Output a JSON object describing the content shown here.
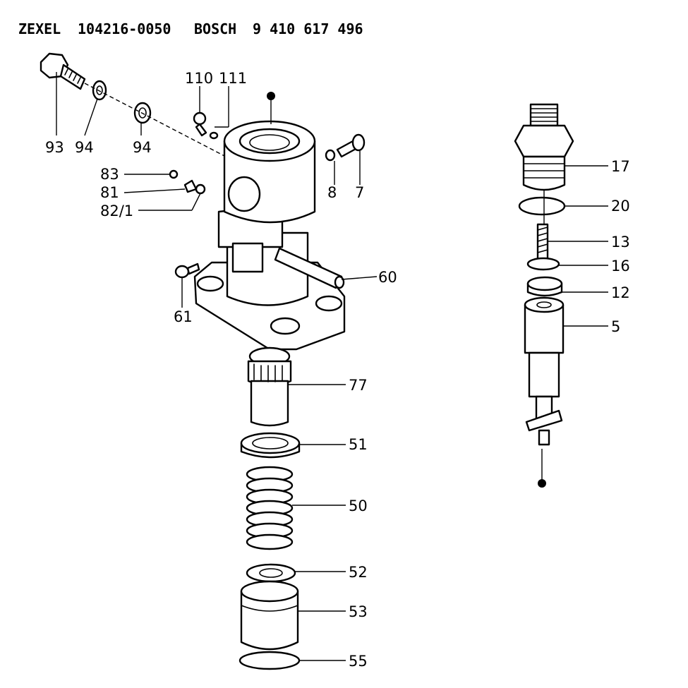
{
  "header": {
    "maker1": "ZEXEL",
    "partno1": "104216-0050",
    "maker2": "BOSCH",
    "partno2": "9 410 617 496"
  },
  "callouts": {
    "c93": "93",
    "c94a": "94",
    "c94b": "94",
    "c110": "110",
    "c111": "111",
    "c8": "8",
    "c7": "7",
    "c83": "83",
    "c81": "81",
    "c82": "82/1",
    "c60": "60",
    "c61": "61",
    "c77": "77",
    "c51": "51",
    "c50": "50",
    "c52": "52",
    "c53": "53",
    "c55": "55",
    "c17": "17",
    "c20": "20",
    "c13": "13",
    "c16": "16",
    "c12": "12",
    "c5": "5"
  },
  "colors": {
    "ink": "#000000",
    "paper": "#ffffff"
  }
}
